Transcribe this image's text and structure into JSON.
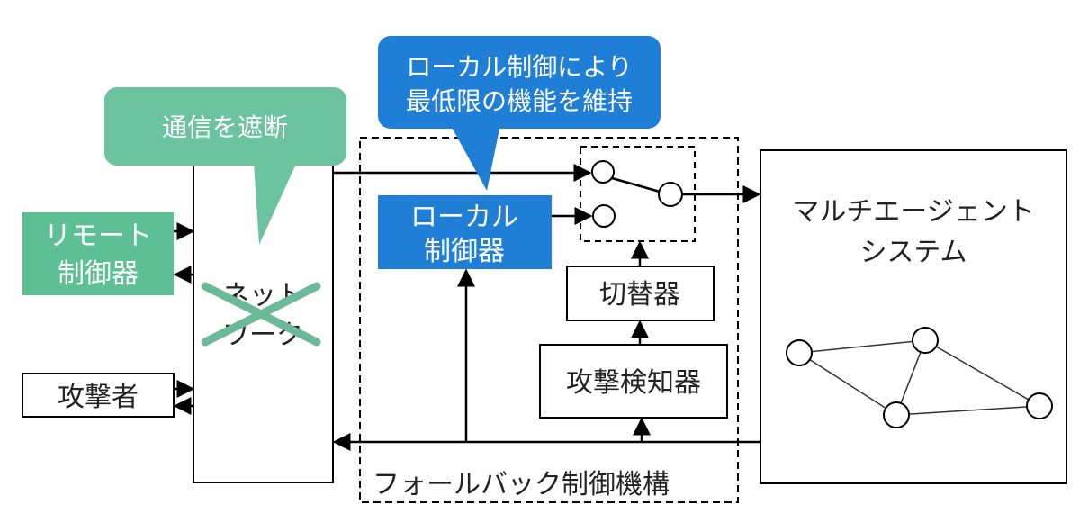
{
  "callout_left": {
    "text": "通信を遮断",
    "color": "#6cc3a0"
  },
  "callout_right": {
    "line1": "ローカル制御により",
    "line2": "最低限の機能を維持",
    "color": "#1f7fd6"
  },
  "remote_controller": {
    "line1": "リモート",
    "line2": "制御器",
    "color": "#5dbf94"
  },
  "attacker": {
    "label": "攻撃者"
  },
  "network": {
    "line1": "ネット",
    "line2": "ワーク"
  },
  "local_controller": {
    "line1": "ローカル",
    "line2": "制御器",
    "color": "#1f7fd6"
  },
  "switcher": {
    "label": "切替器"
  },
  "attack_detector": {
    "label": "攻撃検知器"
  },
  "fallback": {
    "label": "フォールバック制御機構"
  },
  "mas": {
    "line1": "マルチエージェント",
    "line2": "システム"
  },
  "block_mark_color": "#6bb89a"
}
